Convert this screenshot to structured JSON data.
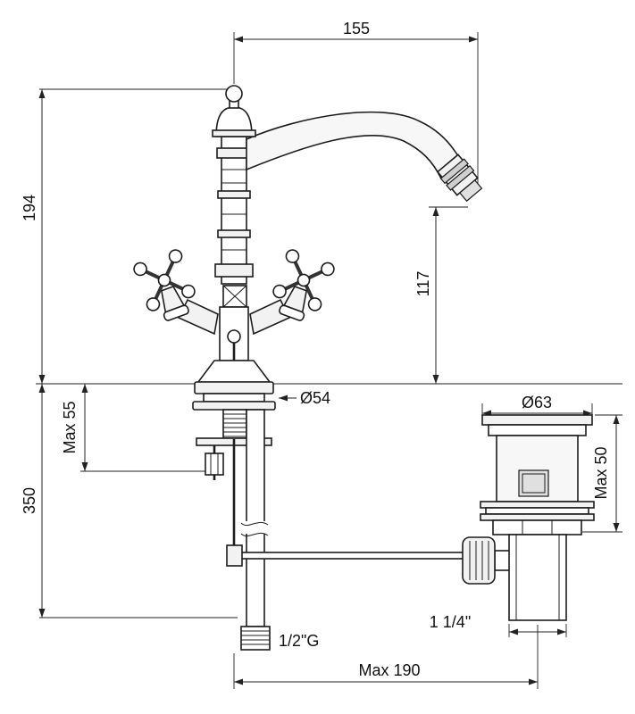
{
  "drawing": {
    "type": "faucet-technical-dimension-drawing",
    "style": {
      "line_color": "#1c1c1c",
      "dimension_color": "#222222",
      "background": "#ffffff"
    }
  },
  "dimensions": {
    "spout_reach": "155",
    "height_above_deck": "194",
    "outlet_height": "117",
    "base_diameter": "Ø54",
    "max_deck_thickness": "Max 55",
    "below_deck_height": "350",
    "waste_flange_diameter": "Ø63",
    "waste_max_height": "Max 50",
    "waste_thread": "1 1/4\"",
    "inlet_thread": "1/2\"G",
    "max_projection": "Max 190"
  }
}
